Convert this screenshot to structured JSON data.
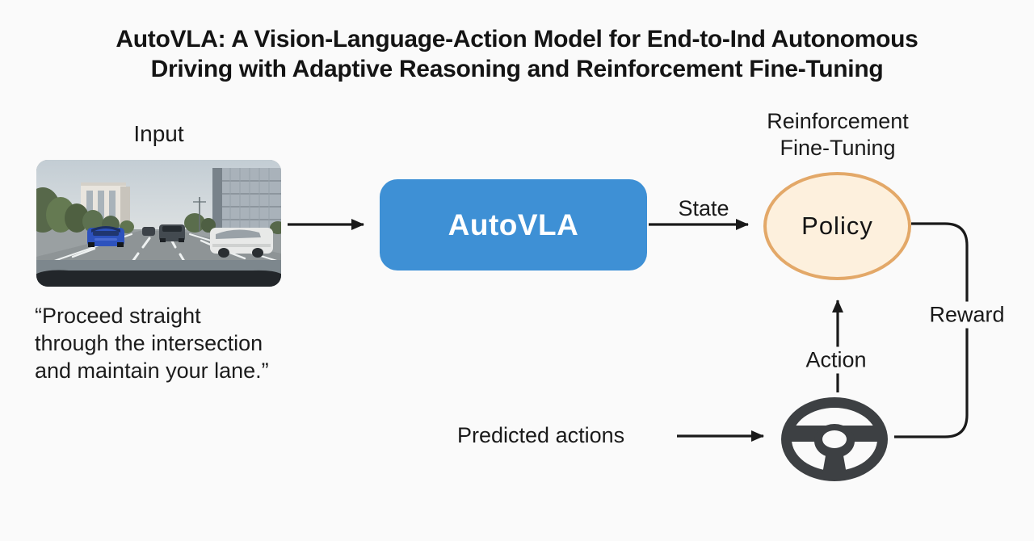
{
  "title": {
    "lines": [
      "AutoVLA: A Vision-Language-Action Model for End-to-Ind Autonomous",
      "Driving with Adaptive Reasoning and Reinforcement Fine-Tuning"
    ]
  },
  "input": {
    "label": "Input",
    "instruction_lines": [
      "“Proceed straight",
      "through the intersection",
      "and maintain your lane.”"
    ]
  },
  "model": {
    "label": "AutoVLA"
  },
  "reinforcement": {
    "label_lines": [
      "Reinforcement",
      "Fine-Tuning"
    ],
    "policy_label": "Policy"
  },
  "edges": {
    "state": "State",
    "action": "Action",
    "reward": "Reward",
    "predicted_actions": "Predicted actions"
  },
  "icons": {
    "steering_wheel": "steering-wheel-icon",
    "driving_scene": "front-camera-driving-scene"
  },
  "colors": {
    "background": "#fafafa",
    "model_box_fill": "#3e90d5",
    "model_box_text": "#ffffff",
    "policy_fill": "#fdf0dd",
    "policy_border": "#e3a868",
    "steering_wheel": "#3d4043",
    "arrow": "#1a1a1a",
    "text": "#161616"
  }
}
